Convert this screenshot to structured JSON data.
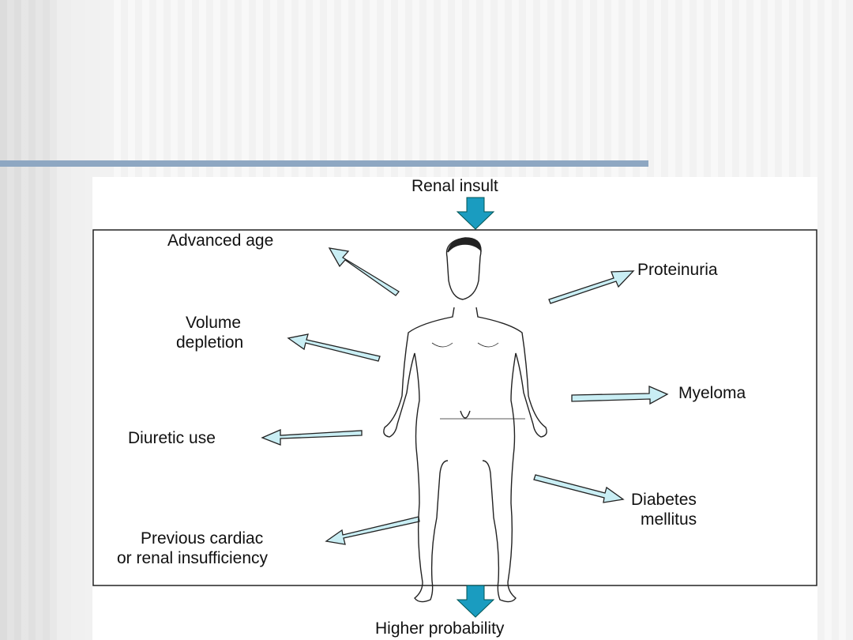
{
  "diagram": {
    "top_label": "Renal insult",
    "bottom_label": "Higher probability",
    "factors": {
      "advanced_age": "Advanced age",
      "volume_depletion_1": "Volume",
      "volume_depletion_2": "depletion",
      "diuretic_use": "Diuretic use",
      "previous_1": "Previous cardiac",
      "previous_2": "or renal insufficiency",
      "proteinuria": "Proteinuria",
      "myeloma": "Myeloma",
      "diabetes_1": "Diabetes",
      "diabetes_2": "mellitus"
    },
    "colors": {
      "big_arrow": "#1a9cc0",
      "small_arrow": "#c9eef4",
      "rule": "#8ea7c2"
    }
  }
}
